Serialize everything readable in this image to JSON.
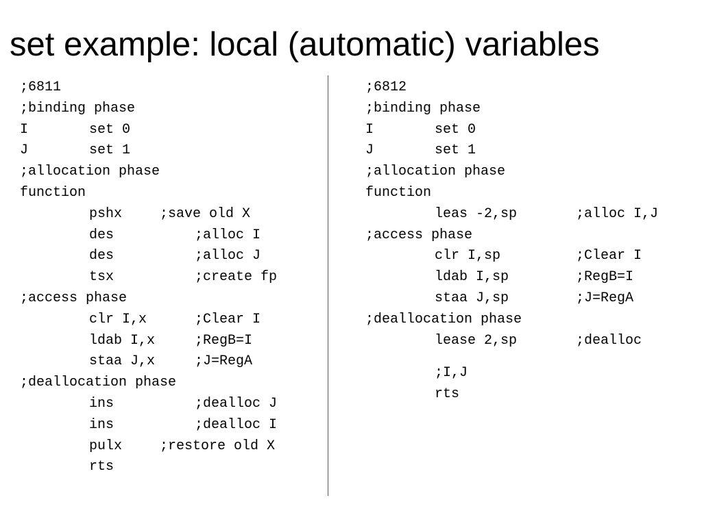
{
  "title": "set example: local (automatic) variables",
  "left": {
    "lines": [
      {
        "label": ";6811"
      },
      {
        "label": ";binding phase"
      },
      {
        "label": "I",
        "instr": "set 0"
      },
      {
        "label": "J",
        "instr": "set 1"
      },
      {
        "label": ";allocation phase"
      },
      {
        "label": "function"
      },
      {
        "instr": "pshx",
        "comment": ";save old X"
      },
      {
        "instr": "des",
        "comment": ";alloc I"
      },
      {
        "instr": "des",
        "comment": ";alloc J"
      },
      {
        "instr": "tsx",
        "comment": ";create fp"
      },
      {
        "label": ";access phase"
      },
      {
        "instr": "clr I,x",
        "comment": ";Clear I"
      },
      {
        "instr": "ldab I,x",
        "comment": ";RegB=I"
      },
      {
        "instr": "staa J,x",
        "comment": ";J=RegA"
      },
      {
        "label": ";deallocation phase"
      },
      {
        "instr": "ins",
        "comment": ";dealloc J"
      },
      {
        "instr": "ins",
        "comment": ";dealloc I"
      },
      {
        "instr": "pulx",
        "comment": ";restore old X"
      },
      {
        "instr": "rts"
      }
    ]
  },
  "right": {
    "lines": [
      {
        "label": ";6812"
      },
      {
        "label": ";binding phase"
      },
      {
        "label": "I",
        "instr": "set 0"
      },
      {
        "label": "J",
        "instr": "set 1"
      },
      {
        "label": ";allocation phase"
      },
      {
        "label": "function"
      },
      {
        "instr": "leas -2,sp",
        "comment": ";alloc I,J"
      },
      {
        "label": ";access phase"
      },
      {
        "instr": "clr I,sp",
        "comment": ";Clear I"
      },
      {
        "instr": "ldab I,sp",
        "comment": ";RegB=I"
      },
      {
        "instr": "staa J,sp",
        "comment": ";J=RegA"
      },
      {
        "label": ";deallocation phase"
      },
      {
        "instr": "lease 2,sp",
        "comment": ";dealloc"
      },
      {
        "instr": ";I,J"
      },
      {
        "instr": "rts"
      }
    ]
  }
}
